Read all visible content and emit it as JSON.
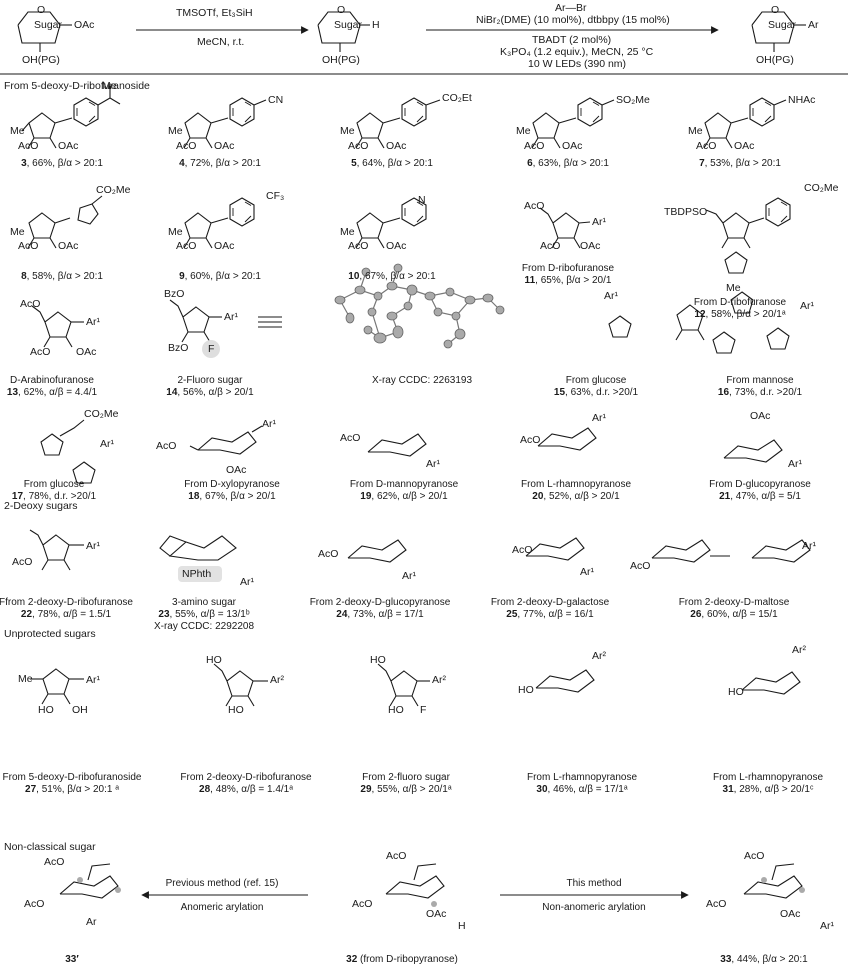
{
  "scheme": {
    "reagents1_top": "TMSOTf, Et₃SiH",
    "reagents1_bottom": "MeCN, r.t.",
    "reagents2_head": "Ar—Br",
    "reagents2_lines": [
      "NiBr₂(DME) (10 mol%), dtbbpy (15 mol%)",
      "TBADT (2 mol%)",
      "K₃PO₄ (1.2 equiv.), MeCN, 25 °C",
      "10 W LEDs (390 nm)"
    ],
    "sm_labels": {
      "sugar": "Sugar",
      "oac": "OAc",
      "oh": "OH(PG)",
      "o": "O"
    },
    "mid_labels": {
      "sugar": "Sugar",
      "h": "H",
      "oh": "OH(PG)",
      "o": "O"
    },
    "pr_labels": {
      "sugar": "Sugar",
      "ar": "Ar",
      "oh": "OH(PG)",
      "o": "O"
    }
  },
  "sections": [
    "From 5-deoxy-D-ribofuranoside",
    "2-Deoxy sugars",
    "Unprotected sugars",
    "Non-classical sugar"
  ],
  "compounds": [
    {
      "num": "3",
      "text": ", 66%, β/α > 20:1",
      "substituent": "Me"
    },
    {
      "num": "4",
      "text": ", 72%, β/α > 20:1",
      "substituent": "CN"
    },
    {
      "num": "5",
      "text": ", 64%, β/α > 20:1",
      "substituent": "CO₂Et"
    },
    {
      "num": "6",
      "text": ", 63%, β/α > 20:1",
      "substituent": "SO₂Me"
    },
    {
      "num": "7",
      "text": ", 53%, β/α > 20:1",
      "substituent": "NHAc"
    },
    {
      "num": "8",
      "text": ", 58%, β/α > 20:1",
      "substituent": "CO₂Me"
    },
    {
      "num": "9",
      "text": ", 60%, β/α > 20:1",
      "substituent": "CF₃"
    },
    {
      "num": "10",
      "text": ", 67%, β/α > 20:1",
      "substituent": "N"
    },
    {
      "num": "11",
      "text": ", 65%, β/α > 20/1",
      "caption": "From D-ribofuranose"
    },
    {
      "num": "12",
      "text": ", 58%, β/α > 20/1ᵃ",
      "caption": "From D-ribofuranose"
    },
    {
      "num": "13",
      "text": ", 62%, α/β = 4.4/1",
      "caption": "D-Arabinofuranose"
    },
    {
      "num": "14",
      "text": ", 56%, α/β > 20/1",
      "caption": "2-Fluoro sugar"
    },
    {
      "num": "15",
      "text": ", 63%, d.r. >20/1",
      "caption": "From glucose"
    },
    {
      "num": "16",
      "text": ", 73%, d.r. >20/1",
      "caption": "From mannose"
    },
    {
      "num": "17",
      "text": ", 78%, d.r. >20/1",
      "caption": "From glucose"
    },
    {
      "num": "18",
      "text": ", 67%, β/α > 20/1",
      "caption": "From D-xylopyranose"
    },
    {
      "num": "19",
      "text": ", 62%, α/β > 20/1",
      "caption": "From D-mannopyranose"
    },
    {
      "num": "20",
      "text": ", 52%, α/β > 20/1",
      "caption": "From L-rhamnopyranose"
    },
    {
      "num": "21",
      "text": ", 47%, α/β = 5/1",
      "caption": "From D-glucopyranose"
    },
    {
      "num": "22",
      "text": ", 78%, α/β = 1.5/1",
      "caption": "Ffrom 2-deoxy-D-ribofuranose"
    },
    {
      "num": "23",
      "text": ", 55%, α/β = 13/1ᵇ",
      "caption": "3-amino sugar"
    },
    {
      "num": "24",
      "text": ", 73%, α/β = 17/1",
      "caption": "From 2-deoxy-D-glucopyranose"
    },
    {
      "num": "25",
      "text": ", 77%, α/β = 16/1",
      "caption": "From 2-deoxy-D-galactose"
    },
    {
      "num": "26",
      "text": ", 60%, α/β = 15/1",
      "caption": "From 2-deoxy-D-maltose"
    },
    {
      "num": "27",
      "text": ", 51%, β/α > 20:1 ᵃ",
      "caption": "From 5-deoxy-D-ribofuranoside"
    },
    {
      "num": "28",
      "text": ", 48%, α/β = 1.4/1ᵃ",
      "caption": "From 2-deoxy-D-ribofuranose"
    },
    {
      "num": "29",
      "text": ", 55%, α/β > 20/1ᵃ",
      "caption": "From 2-fluoro sugar"
    },
    {
      "num": "30",
      "text": ", 46%, α/β = 17/1ᵃ",
      "caption": "From L-rhamnopyranose"
    },
    {
      "num": "31",
      "text": ", 28%, α/β > 20/1ᶜ",
      "caption": "From L-rhamnopyranose"
    },
    {
      "num": "33",
      "text": ", 44%, β/α > 20:1"
    }
  ],
  "xray1": "X-ray   CCDC: 2263193",
  "xray2": "X-ray   CCDC: 2292208",
  "cmpd_33p": "33′",
  "cmpd_32": "32",
  "cmpd_32_text": " (from D-ribopyranose)",
  "arrow_left_top": "Previous method (ref. 15)",
  "arrow_left_bottom": "Anomeric arylation",
  "arrow_right_top": "This method",
  "arrow_right_bottom": "Non-anomeric arylation",
  "atoms": {
    "me": "Me",
    "aco": "AcO",
    "oac": "OAc",
    "o": "O",
    "ar1": "Ar¹",
    "ar2": "Ar²",
    "ar": "Ar",
    "bzo": "BzO",
    "f": "F",
    "tbdpso": "TBDPSO",
    "ho": "HO",
    "oh": "OH",
    "nphth": "NPhth",
    "h": "H",
    "co2me": "CO₂Me"
  }
}
